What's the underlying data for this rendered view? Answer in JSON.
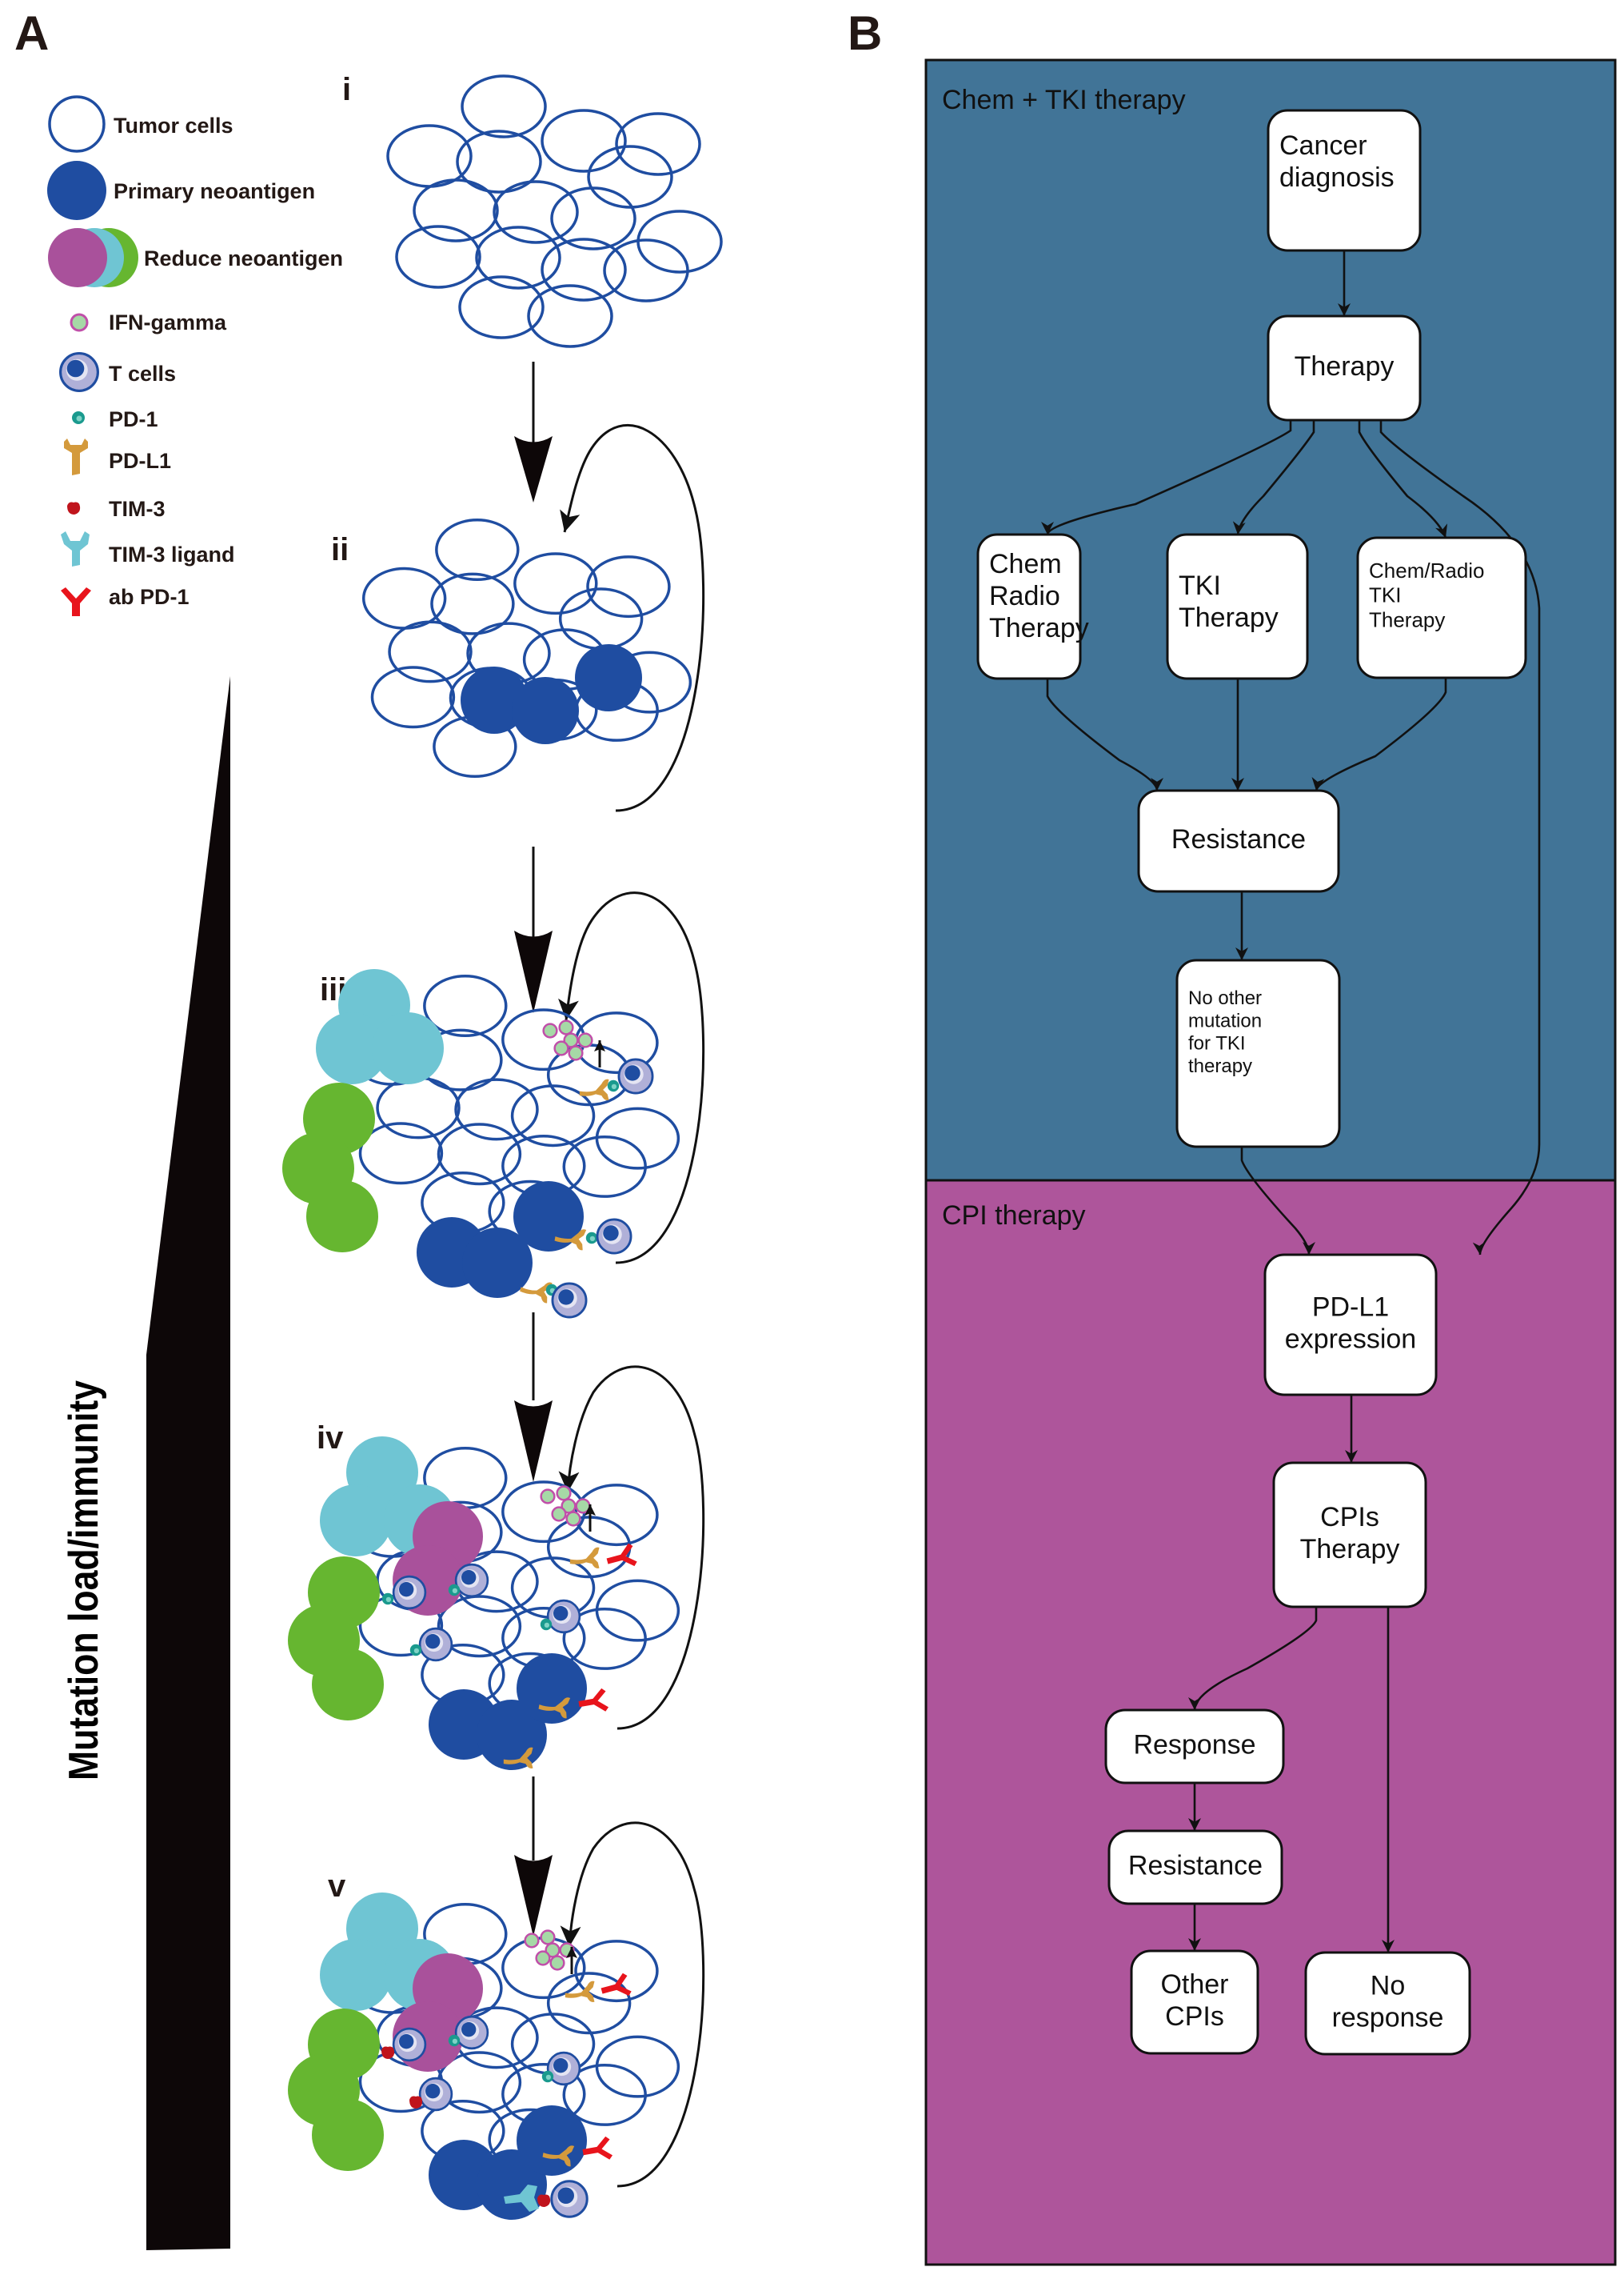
{
  "figure": {
    "panel_a_label": "A",
    "panel_b_label": "B"
  },
  "colors": {
    "tumor_outline": "#1f4da1",
    "primary_neoantigen": "#1f4da1",
    "reduced_neoantigen_magenta": "#a9519b",
    "reduced_neoantigen_cyan": "#6fc5d3",
    "reduced_neoantigen_green": "#66b630",
    "ifn_fill": "#a6d9a6",
    "ifn_outline": "#c04fa9",
    "tcell_outer": "#b0b0d8",
    "tcell_nucleus": "#1f4da1",
    "pd1": "#1a9a8e",
    "pdl1": "#d49a3c",
    "tim3": "#c0141c",
    "tim3_ligand": "#6fc5d3",
    "ab_pd1": "#e8141c",
    "chem_tki_region": "#417497",
    "cpi_region": "#ae559b"
  },
  "legend": {
    "items": [
      {
        "key": "tumor",
        "label": "Tumor cells"
      },
      {
        "key": "primary",
        "label": "Primary neoantigen"
      },
      {
        "key": "reduce",
        "label": "Reduce neoantigen"
      },
      {
        "key": "ifn",
        "label": "IFN-gamma"
      },
      {
        "key": "tcell",
        "label": "T cells"
      },
      {
        "key": "pd1",
        "label": "PD-1"
      },
      {
        "key": "pdl1",
        "label": "PD-L1"
      },
      {
        "key": "tim3",
        "label": "TIM-3"
      },
      {
        "key": "tim3l",
        "label": "TIM-3 ligand"
      },
      {
        "key": "abpd1",
        "label": "ab PD-1"
      }
    ]
  },
  "stages": [
    {
      "label": "i"
    },
    {
      "label": "ii"
    },
    {
      "label": "iii"
    },
    {
      "label": "iv"
    },
    {
      "label": "v"
    }
  ],
  "axis": {
    "label": "Mutation load/immunity"
  },
  "flowchart": {
    "regions": [
      {
        "id": "chem_tki",
        "title": "Chem + TKI therapy"
      },
      {
        "id": "cpi",
        "title": "CPI therapy"
      }
    ],
    "nodes": {
      "diagnosis": [
        "Cancer",
        "diagnosis"
      ],
      "therapy": [
        "Therapy"
      ],
      "chem_radio": [
        "Chem",
        "Radio",
        "Therapy"
      ],
      "tki": [
        "TKI",
        "Therapy"
      ],
      "combo": [
        "Chem/Radio",
        "TKI",
        "Therapy"
      ],
      "resistance1": [
        "Resistance"
      ],
      "no_mutation": [
        "No other",
        "mutation",
        "for TKI",
        "therapy"
      ],
      "pdl1": [
        "PD-L1",
        "expression"
      ],
      "cpis": [
        "CPIs",
        "Therapy"
      ],
      "response": [
        "Response"
      ],
      "resistance2": [
        "Resistance"
      ],
      "other_cpis": [
        "Other",
        "CPIs"
      ],
      "no_response": [
        "No",
        "response"
      ]
    },
    "edges": [
      [
        "diagnosis",
        "therapy"
      ],
      [
        "therapy",
        "chem_radio"
      ],
      [
        "therapy",
        "tki"
      ],
      [
        "therapy",
        "combo"
      ],
      [
        "therapy",
        "pdl1"
      ],
      [
        "chem_radio",
        "resistance1"
      ],
      [
        "tki",
        "resistance1"
      ],
      [
        "combo",
        "resistance1"
      ],
      [
        "resistance1",
        "no_mutation"
      ],
      [
        "no_mutation",
        "pdl1"
      ],
      [
        "pdl1",
        "cpis"
      ],
      [
        "cpis",
        "response"
      ],
      [
        "cpis",
        "no_response"
      ],
      [
        "response",
        "resistance2"
      ],
      [
        "resistance2",
        "other_cpis"
      ]
    ]
  }
}
